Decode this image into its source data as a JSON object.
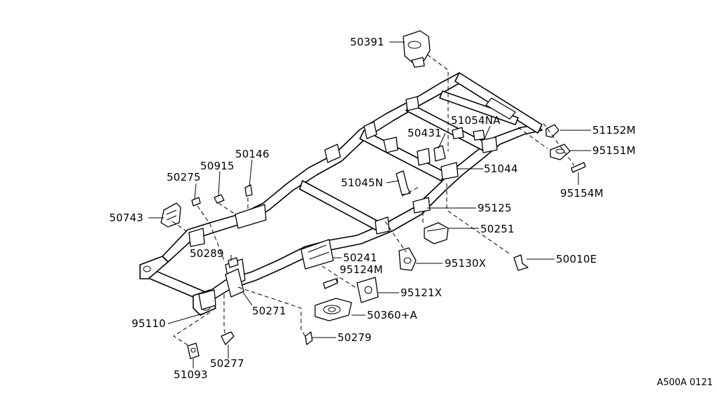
{
  "diagram": {
    "drawing_code": "A500A 0121",
    "labels": {
      "p50391": "50391",
      "p51054NA": "51054NA",
      "p51152M": "51152M",
      "p50431": "50431",
      "p95151M": "95151M",
      "p50146": "50146",
      "p50915": "50915",
      "p51044": "51044",
      "p50275": "50275",
      "p51045N": "51045N",
      "p95154M": "95154M",
      "p95125": "95125",
      "p50743": "50743",
      "p50251": "50251",
      "p50289": "50289",
      "p50241": "50241",
      "p50010E": "50010E",
      "p95130X": "95130X",
      "p95124M": "95124M",
      "p95121X": "95121X",
      "p50271": "50271",
      "p50360A": "50360+A",
      "p95110": "95110",
      "p50279": "50279",
      "p50277": "50277",
      "p51093": "51093"
    }
  }
}
